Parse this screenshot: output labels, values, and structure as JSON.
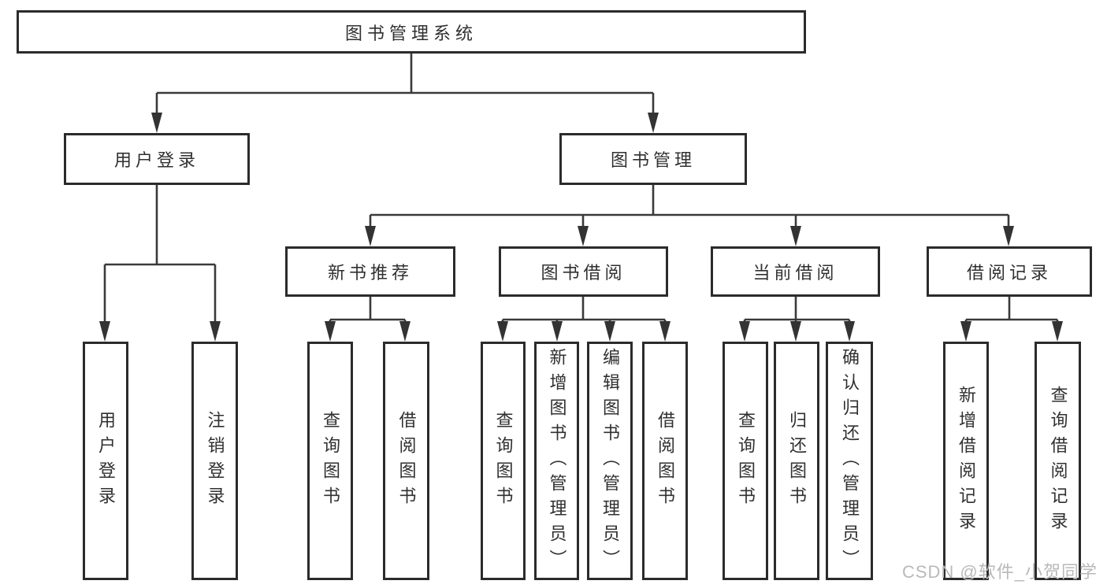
{
  "tree": {
    "root": {
      "label": "图书管理系统"
    },
    "level2": [
      {
        "label": "用户登录",
        "children": [
          "用户登录",
          "注销登录"
        ]
      },
      {
        "label": "图书管理"
      }
    ],
    "level3": [
      {
        "label": "新书推荐",
        "children": [
          "查询图书",
          "借阅图书"
        ]
      },
      {
        "label": "图书借阅",
        "children": [
          "查询图书",
          "新增图书（管理员）",
          "编辑图书（管理员）",
          "借阅图书"
        ]
      },
      {
        "label": "当前借阅",
        "children": [
          "查询图书",
          "归还图书",
          "确认归还（管理员）"
        ]
      },
      {
        "label": "借阅记录",
        "children": [
          "新增借阅记录",
          "查询借阅记录"
        ]
      }
    ]
  },
  "watermark": {
    "text": "CSDN @软件_小贺同学"
  },
  "colors": {
    "line": "#3a3a3a",
    "box_border": "#2b2b2b",
    "text": "#303030",
    "watermark": "#b9b9b9",
    "background": "#ffffff"
  }
}
